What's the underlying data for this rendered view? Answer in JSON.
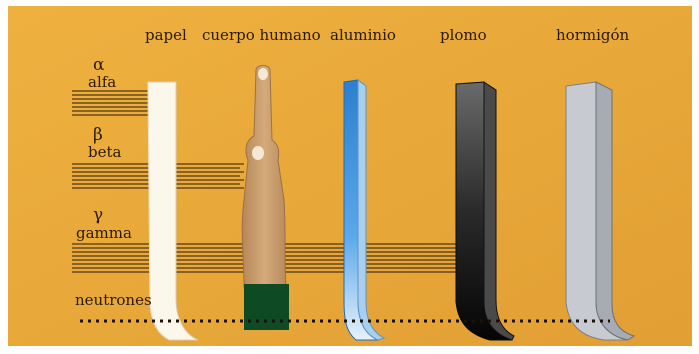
{
  "materials": {
    "paper": "papel",
    "human_body": "cuerpo humano",
    "aluminium": "aluminio",
    "lead": "plomo",
    "concrete": "hormigón"
  },
  "radiation": {
    "alpha_symbol": "α",
    "alpha_name": "alfa",
    "beta_symbol": "β",
    "beta_name": "beta",
    "gamma_symbol": "γ",
    "gamma_name": "gamma",
    "neutrons_name": "neutrones"
  },
  "colors": {
    "background": "#e8a93a",
    "paper": "#fbf7ea",
    "hand": "#c9a070",
    "sleeve": "#0e4a23",
    "aluminium": "#3a8fd8",
    "lead": "#1c1c1c",
    "concrete": "#b9bcc4"
  }
}
